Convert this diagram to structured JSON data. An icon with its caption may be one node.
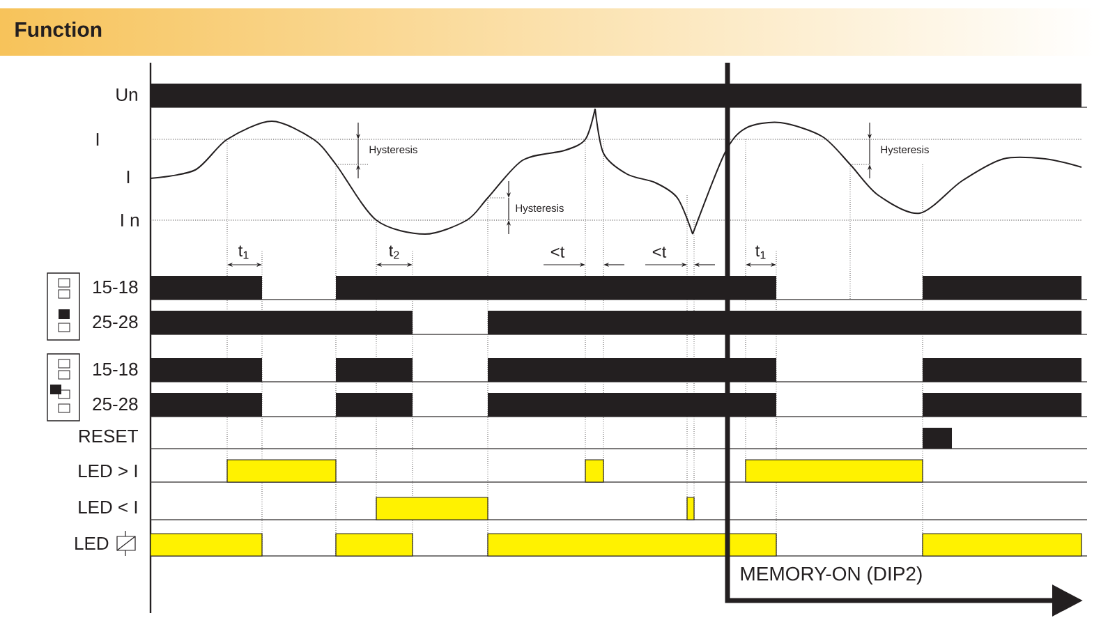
{
  "diagram": {
    "title": "Function",
    "labels": [
      "Un",
      "I",
      "Hysteresis",
      "I",
      "Hysteresis",
      "Hysteresis",
      "I n",
      "t$_{1}$",
      "t$_{2}$",
      "<t",
      "<t",
      "t$_{1}$",
      "15-18",
      "25-28",
      "15-18",
      "25-28",
      "RESET",
      "LED > I",
      "LED < I",
      "LED",
      "MEMORY-ON (DIP2)"
    ]
  }
}
